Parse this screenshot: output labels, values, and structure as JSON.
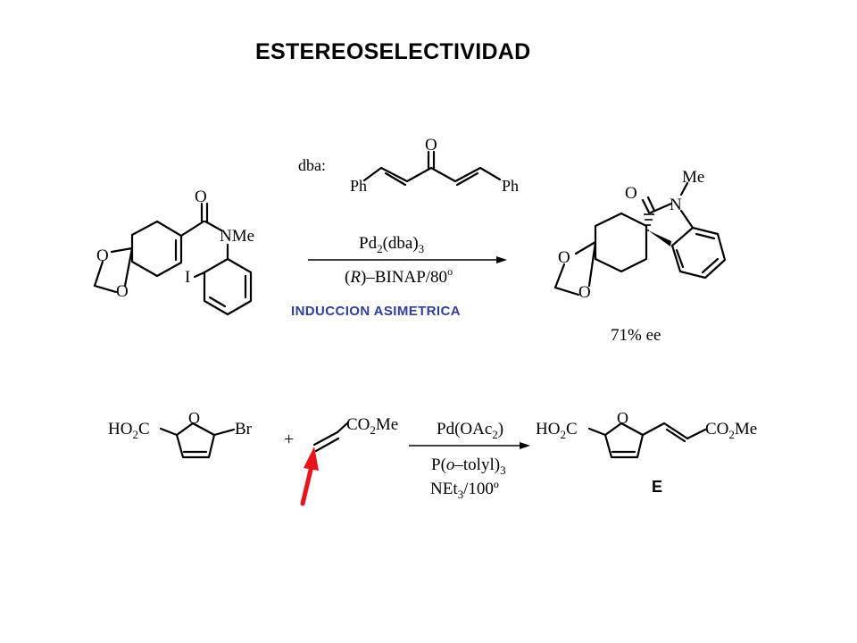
{
  "title": "ESTEREOSELECTIVIDAD",
  "reaction1": {
    "dba_label": "dba:",
    "dba_ph_left": "Ph",
    "dba_ph_right": "Ph",
    "dba_o": "O",
    "reactant_o_carbonyl": "O",
    "reactant_nme": "NMe",
    "reactant_i": "I",
    "reactant_o_top": "O",
    "reactant_o_bottom": "O",
    "reagent_top": "Pd",
    "reagent_top_sub": "2",
    "reagent_top_rest": "(dba)",
    "reagent_top_sub2": "3",
    "reagent_bottom_paren_open": "(",
    "reagent_bottom_r": "R",
    "reagent_bottom_rest": ")–BINAP/80",
    "reagent_bottom_deg": "o",
    "label": "INDUCCION  ASIMETRICA",
    "product_me": "Me",
    "product_n": "N",
    "product_o_carbonyl": "O",
    "product_o_top": "O",
    "product_o_bottom": "O",
    "product_ee": "71% ee"
  },
  "reaction2": {
    "reactant_ho2c": "HO",
    "reactant_ho2c_sub": "2",
    "reactant_ho2c_c": "C",
    "reactant_o": "O",
    "reactant_br": "Br",
    "plus": "+",
    "acrylate_co2me": "CO",
    "acrylate_sub": "2",
    "acrylate_me": "Me",
    "reagent_top": "Pd(OAc",
    "reagent_top_sub": "2",
    "reagent_top_close": ")",
    "reagent_mid_open": "P(",
    "reagent_mid_o": "o",
    "reagent_mid_rest": "–tolyl)",
    "reagent_mid_sub": "3",
    "reagent_bottom": "NEt",
    "reagent_bottom_sub": "3",
    "reagent_bottom_rest": "/100º",
    "product_ho2c": "HO",
    "product_ho2c_sub": "2",
    "product_ho2c_c": "C",
    "product_o": "O",
    "product_co2me": "CO",
    "product_sub": "2",
    "product_me": "Me",
    "e_label": "E"
  },
  "colors": {
    "label_blue": "#2f3f9a",
    "arrow_red": "#e8141b"
  }
}
